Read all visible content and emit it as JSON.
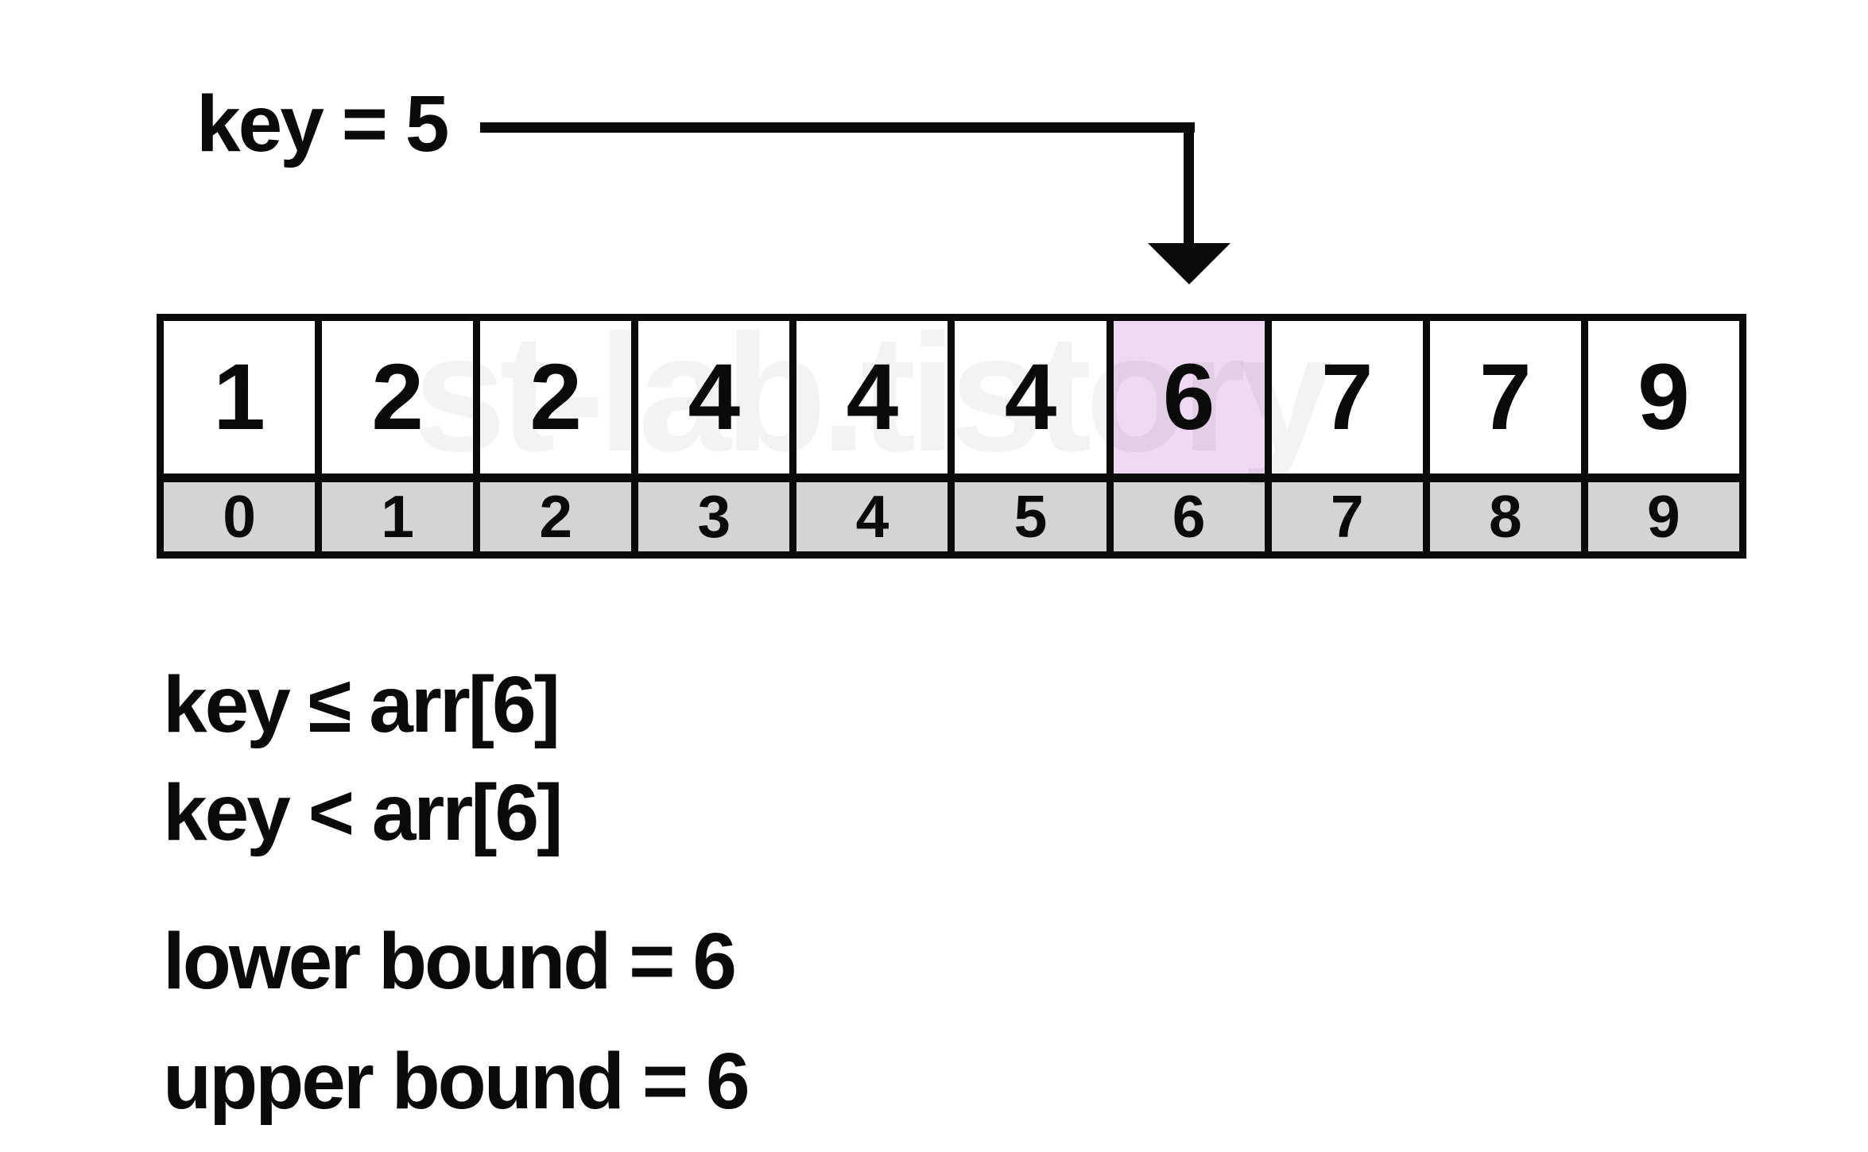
{
  "key_label": "key = 5",
  "array": {
    "values": [
      "1",
      "2",
      "2",
      "4",
      "4",
      "4",
      "6",
      "7",
      "7",
      "9"
    ],
    "indices": [
      "0",
      "1",
      "2",
      "3",
      "4",
      "5",
      "6",
      "7",
      "8",
      "9"
    ],
    "highlighted_index": 6
  },
  "watermark": "st-lab.tistory",
  "conditions": {
    "line1": "key ≤ arr[6]",
    "line2": "key < arr[6]"
  },
  "bounds": {
    "lower": "lower bound = 6",
    "upper": "upper bound = 6"
  },
  "colors": {
    "ink": "#0a0a0a",
    "highlight": "#eedaf2",
    "index_bg": "#d5d3d6"
  }
}
